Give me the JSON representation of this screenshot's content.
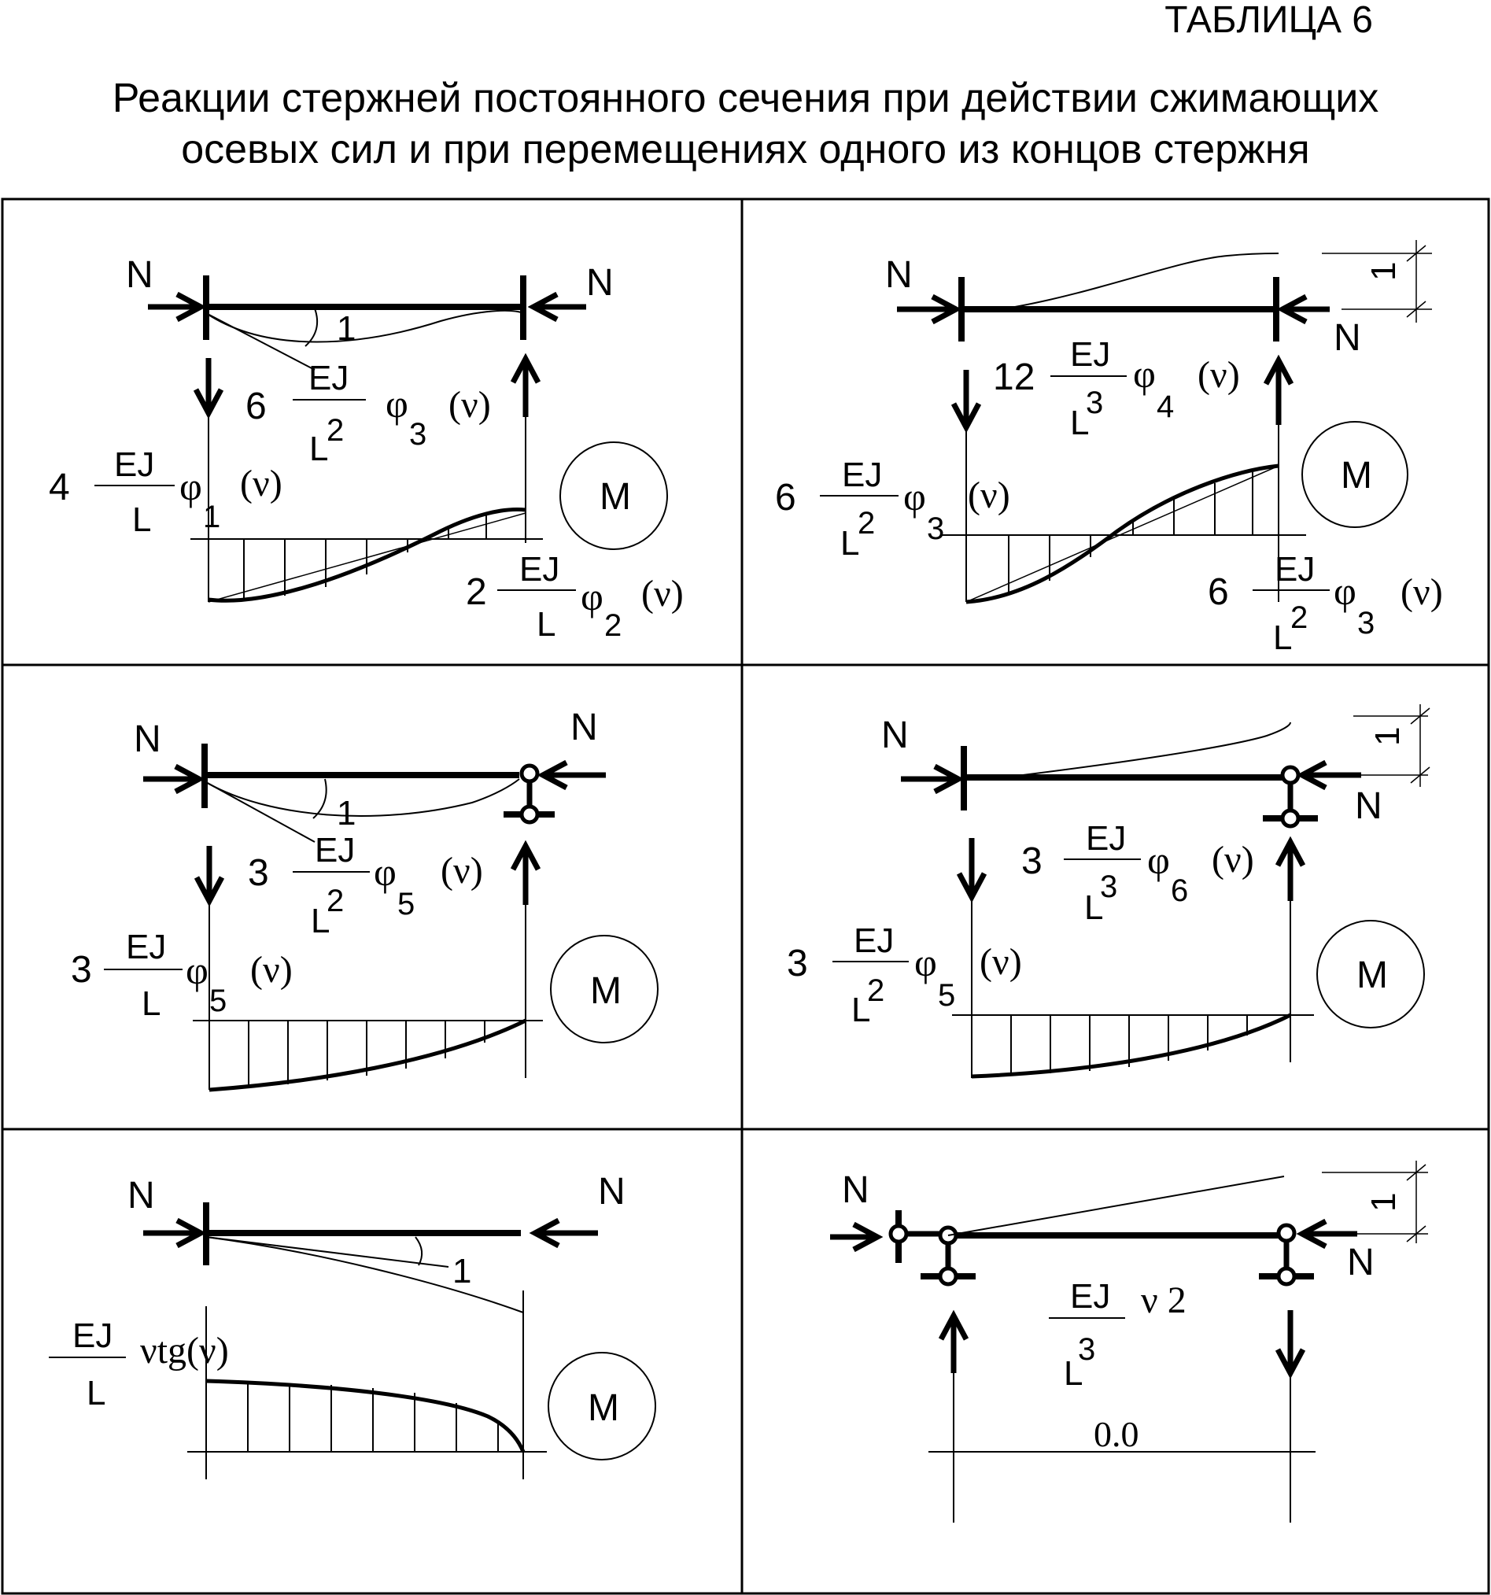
{
  "header": {
    "table_label": "ТАБЛИЦА  6",
    "title_line_1": "Реакции стержней постоянного сечения при действии сжимающих",
    "title_line_2": "осевых сил и при перемещениях одного из концов стержня"
  },
  "common": {
    "force": "N",
    "unit_value": "1",
    "moment": "M",
    "ej": "EJ",
    "l": "L",
    "phi": "φ",
    "nu": "(ν)",
    "exp2": "2",
    "exp3": "3"
  },
  "cells": [
    {
      "coef_left": "4",
      "sub_left": "1",
      "coef_top": "6",
      "sub_top": "3",
      "coef_bottom": "2",
      "sub_bottom": "2"
    },
    {
      "coef_top": "12",
      "sub_top": "4",
      "coef_left": "6",
      "sub_left": "3",
      "coef_bottom": "6",
      "sub_bottom": "3"
    },
    {
      "coef_top": "3",
      "sub_top": "5",
      "coef_left": "3",
      "sub_left": "5"
    },
    {
      "coef_top": "3",
      "sub_top": "6",
      "coef_left": "3",
      "sub_left": "5"
    },
    {
      "left_expr": "νtg(ν)"
    },
    {
      "tail": "ν 2",
      "zero": "0.0"
    }
  ]
}
